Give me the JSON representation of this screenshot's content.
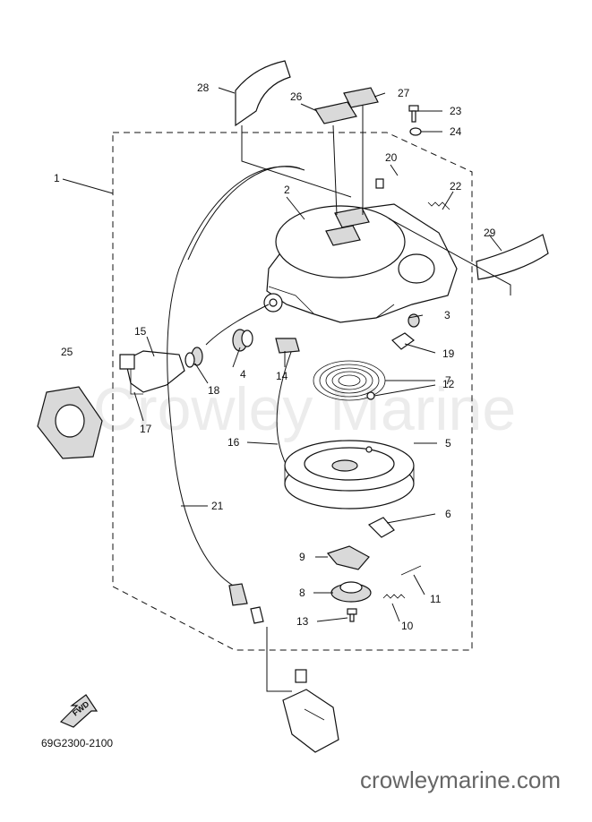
{
  "diagram": {
    "code": "69G2300-2100",
    "fwd_label": "FWD",
    "watermark": "Crowley Marine",
    "site": "crowleymarine.com",
    "callouts": [
      "1",
      "2",
      "3",
      "4",
      "5",
      "6",
      "7",
      "8",
      "9",
      "10",
      "11",
      "12",
      "13",
      "14",
      "15",
      "16",
      "17",
      "18",
      "19",
      "20",
      "21",
      "22",
      "23",
      "24",
      "25",
      "26",
      "27",
      "28",
      "29"
    ]
  }
}
